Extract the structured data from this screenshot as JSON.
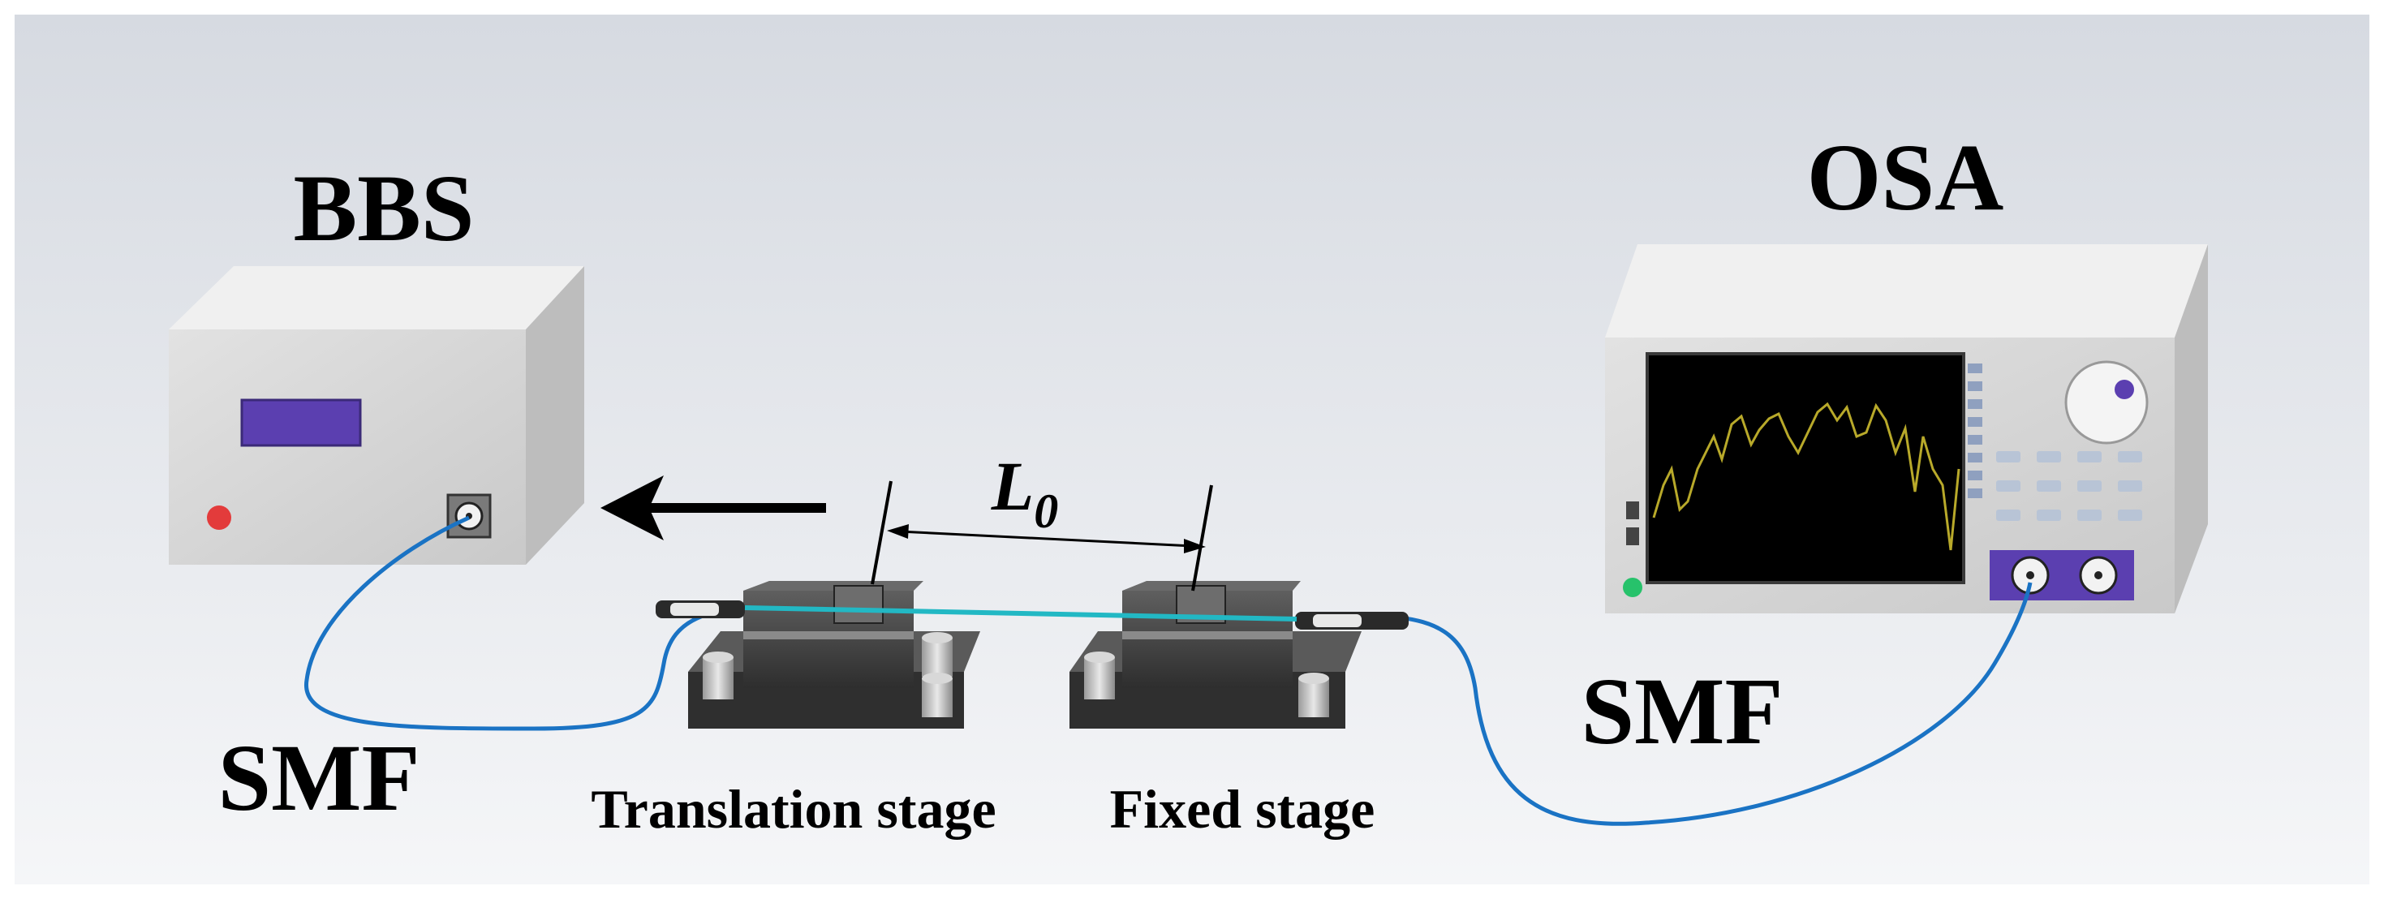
{
  "labels": {
    "bbs": "BBS",
    "osa": "OSA",
    "smf_left": "SMF",
    "smf_right": "SMF",
    "translation_stage": "Translation stage",
    "fixed_stage": "Fixed stage",
    "length_main": "L",
    "length_sub": "0"
  },
  "colors": {
    "background_top": "#d9dde3",
    "background_bottom": "#f4f5f7",
    "instrument_face": "#d6d6d6",
    "instrument_top": "#ececec",
    "instrument_side": "#bdbdbd",
    "display_purple": "#5b3fb0",
    "fiber_blue": "#1a73c4",
    "fiber_section_teal": "#22b8c4",
    "osa_trace": "#b8a92a",
    "power_red": "#e33b3b",
    "power_green": "#27c26b",
    "stage_dark": "#3a3a3a",
    "stage_mid": "#555555"
  },
  "icons": {
    "direction_arrow": "arrow-left-icon",
    "dimension_arrow": "double-arrow-icon"
  }
}
